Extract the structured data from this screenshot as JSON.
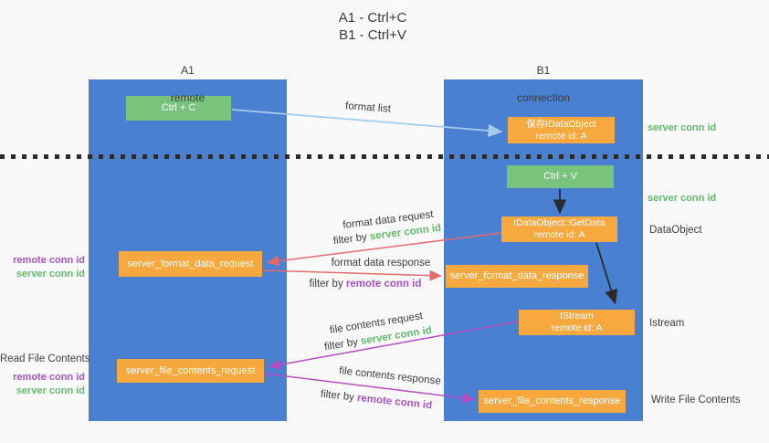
{
  "title": {
    "line1": "A1 - Ctrl+C",
    "line2": "B1 - Ctrl+V"
  },
  "lanes": {
    "left": {
      "name": "A1",
      "subtitle": "remote"
    },
    "right": {
      "name": "B1",
      "subtitle": "connection"
    }
  },
  "nodes": {
    "ctrl_c": {
      "label": "Ctrl + C"
    },
    "save_dataobject": {
      "line1": "保存IDataObject",
      "line2": "remote id: A"
    },
    "ctrl_v": {
      "label": "Ctrl + V"
    },
    "getdata": {
      "line1": "IDataObject::GetData",
      "line2": "remote id: A"
    },
    "format_request": {
      "label": "server_format_data_request"
    },
    "format_response": {
      "label": "server_format_data_response"
    },
    "istream": {
      "line1": "IStream",
      "line2": "remote id: A"
    },
    "file_request": {
      "label": "server_file_contents_request"
    },
    "file_response": {
      "label": "server_file_contents_response"
    }
  },
  "edge_labels": {
    "format_list": "format list",
    "format_data_request": "format data request",
    "format_data_request_filter_prefix": "filter by",
    "format_data_request_filter_key": "server conn id",
    "format_data_response": "format data response",
    "format_data_response_filter_prefix": "filter by",
    "format_data_response_filter_key": "remote conn id",
    "file_contents_request": "file contents request",
    "file_contents_request_filter_prefix": "filter by",
    "file_contents_request_filter_key": "server conn id",
    "file_contents_response": "file contents response",
    "file_contents_response_filter_prefix": "filter by",
    "file_contents_response_filter_key": "remote conn id"
  },
  "side_labels": {
    "server_conn_id_top": "server conn id",
    "server_conn_id_mid": "server conn id",
    "dataobject": "DataObject",
    "istream": "Istream",
    "write_file_contents": "Write File Contents",
    "read_file_contents": "Read File Contents",
    "left_format_remote": "remote conn id",
    "left_format_server": "server conn id",
    "left_file_remote": "remote conn id",
    "left_file_server": "server conn id"
  },
  "colors": {
    "lane_blue": "#4a80d2",
    "box_green": "#79c47d",
    "box_orange": "#f7a940",
    "text_green": "#63bb6a",
    "text_purple": "#a952c8",
    "arrow_red": "#e46a6c",
    "arrow_purple": "#b44ec2",
    "arrow_blue": "#a4cdec",
    "arrow_black": "#2a2a2a"
  }
}
